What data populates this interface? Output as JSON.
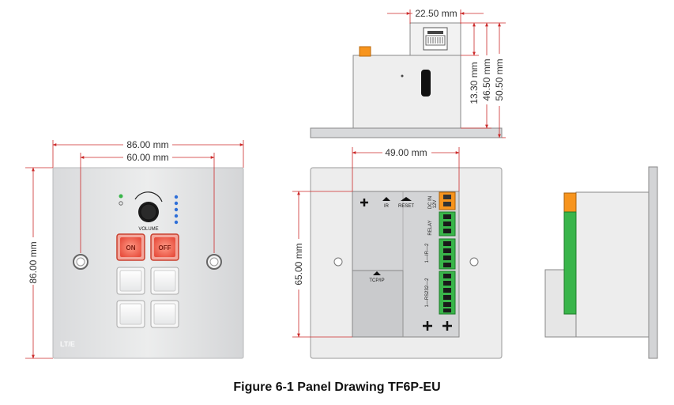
{
  "dimensions": {
    "width_86": "86.00 mm",
    "width_60": "60.00 mm",
    "height_86": "86.00 mm",
    "top_22_50": "22.50 mm",
    "side_13_30": "13.30 mm",
    "side_46_50": "46.50 mm",
    "side_50_50": "50.50 mm",
    "back_49": "49.00 mm",
    "back_65": "65.00 mm"
  },
  "front_panel": {
    "volume_label": "VOLUME",
    "on_label": "ON",
    "off_label": "OFF",
    "brand_text": "LT/E"
  },
  "back_panel": {
    "ir_label": "IR",
    "reset_label": "RESET",
    "tcpip_label": "TCP/IP",
    "dc_in_label": "DC IN",
    "v12_label": "12V",
    "relay_label": "RELAY",
    "ir_group_label": "1—IR—2",
    "rs232_label": "1—RS232—2"
  },
  "caption": "Figure 6-1 Panel Drawing TF6P-EU",
  "colors": {
    "terminal_green": "#39b54a",
    "terminal_orange": "#f7941d",
    "button_red": "#f26b5b",
    "led_blue": "#2e6fd8",
    "led_green": "#39b54a"
  }
}
